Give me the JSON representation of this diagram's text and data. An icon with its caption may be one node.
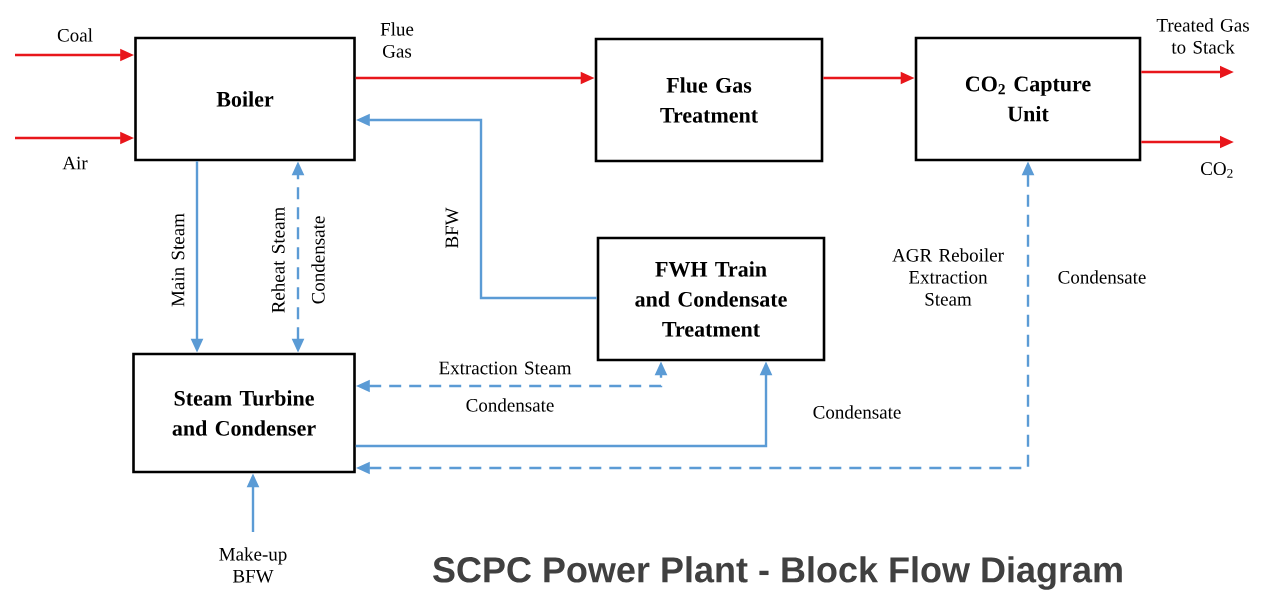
{
  "diagram": {
    "title": "SCPC Power Plant - Block Flow Diagram",
    "nodes": [
      {
        "text": [
          "Boiler"
        ]
      },
      {
        "text": [
          "Flue Gas Treatment"
        ]
      },
      {
        "text": [
          "CO$_{2}$ Capture Unit"
        ]
      },
      {
        "text": [
          "FWH Train and Condensate Treatment"
        ]
      },
      {
        "text": [
          "Steam Turbine and Condenser"
        ]
      }
    ],
    "edges": [
      {
        "from": null,
        "to": 0,
        "arrow": "to",
        "label": "Coal",
        "color": "#e8161b"
      },
      {
        "from": null,
        "to": 0,
        "arrow": "to",
        "label": "Air",
        "color": "#e8161b"
      },
      {
        "from": 0,
        "to": 1,
        "arrow": "to",
        "label": "Flue Gas",
        "color": "#e8161b"
      },
      {
        "from": 1,
        "to": 2,
        "arrow": "to",
        "color": "#e8161b"
      },
      {
        "from": 2,
        "to": null,
        "arrow": "to",
        "label": "Treated Gas to Stack",
        "color": "#e8161b"
      },
      {
        "from": 2,
        "to": null,
        "arrow": "to",
        "label": "CO$_{2}$",
        "color": "#e8161b"
      },
      {
        "from": 0,
        "to": 4,
        "arrow": "to",
        "label": "Main Steam"
      },
      {
        "from": 4,
        "to": 0,
        "arrow": "both",
        "label": "Reheat Steam",
        "style": "dashed"
      },
      {
        "from": 3,
        "to": 0,
        "arrow": "to",
        "label": "BFW"
      },
      {
        "from": 4,
        "to": 3,
        "arrow": "both",
        "label": "Extraction Steam",
        "style": "dashed"
      },
      {
        "from": 4,
        "to": 3,
        "arrow": "to",
        "label": "Condensate"
      },
      {
        "from": 2,
        "to": 4,
        "arrow": "both",
        "label": "AGR Reboiler Extraction Steam",
        "style": "dashed"
      },
      {
        "from": null,
        "to": 4,
        "arrow": "to",
        "label": "Make-up BFW"
      }
    ],
    "labels": [
      "Condensate",
      "Condensate",
      "Condensate"
    ]
  }
}
